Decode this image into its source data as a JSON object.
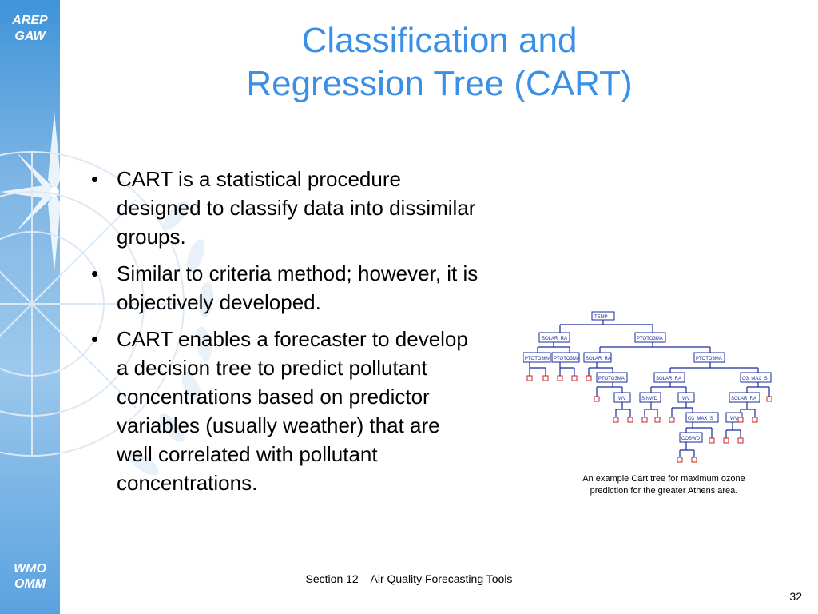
{
  "colors": {
    "title": "#3a8fe6",
    "sidebar": "#5aa2df",
    "tree_lines": "#1a2a9a",
    "leaf": "#d02020"
  },
  "sidebar": {
    "logo_top_line1": "AREP",
    "logo_top_line2": "GAW",
    "logo_bottom_line1": "WMO",
    "logo_bottom_line2": "OMM",
    "compass_icon": "compass-star-icon",
    "emblem_icon": "un-laurel-emblem-icon"
  },
  "title": {
    "line1": "Classification and",
    "line2": "Regression Tree (CART)"
  },
  "bullets": [
    "CART is a statistical procedure designed to classify data into dissimilar groups.",
    "Similar to criteria method; however, it is objectively developed.",
    "CART enables a forecaster to develop a decision tree to predict pollutant concentrations based on predictor variables (usually weather) that are well correlated with pollutant concentrations."
  ],
  "tree": {
    "nodes": [
      "TEMP",
      "SOLAR_RA",
      "PTOTO3MA",
      "PTOTO3MA",
      "PTOTO3MA",
      "SOLAR_RA",
      "PTOTO3MA",
      "PTOTO3MA",
      "SOLAR_RA",
      "O3_MAX_S",
      "WV",
      "SINWD",
      "WV",
      "SOLAR_RA",
      "WV",
      "O3_MAX_S",
      "COSWD"
    ]
  },
  "caption": {
    "line1": "An example Cart tree for maximum ozone",
    "line2": "prediction for the greater Athens area."
  },
  "footer": {
    "text": "Section 12 – Air Quality Forecasting Tools",
    "page_number": "32"
  }
}
